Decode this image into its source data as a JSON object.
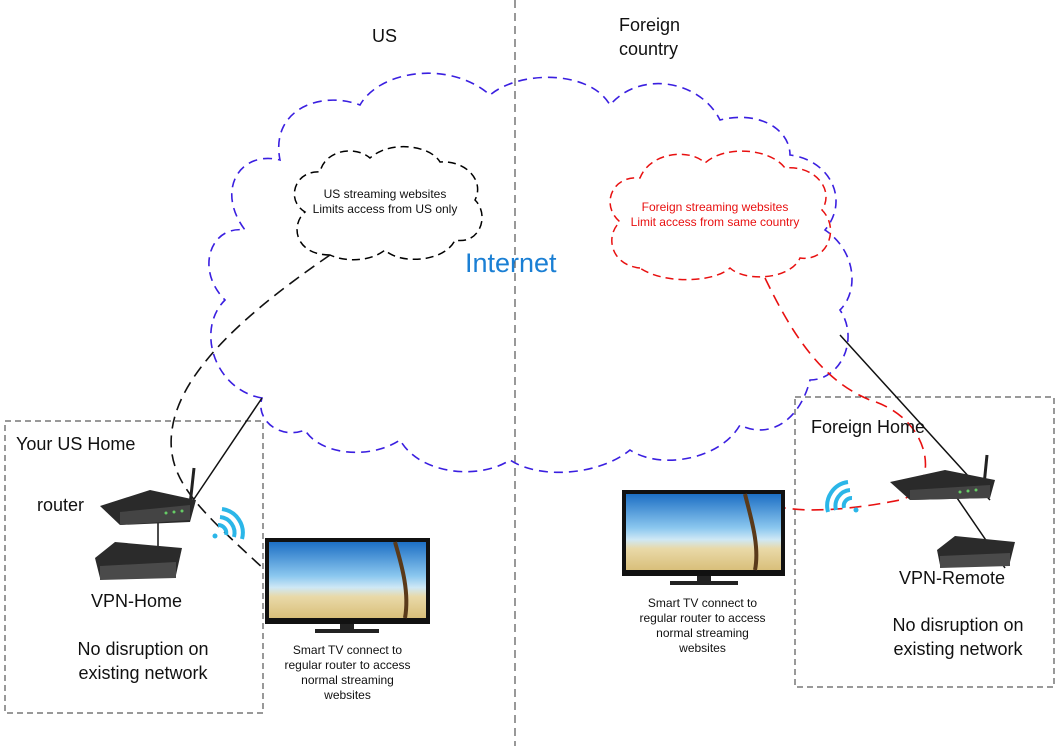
{
  "regions": {
    "us": "US",
    "foreign_line1": "Foreign",
    "foreign_line2": "country"
  },
  "internet": {
    "label": "Internet",
    "color": "#1a7fd4",
    "cloud_color": "#3a1fe0"
  },
  "us_cloud": {
    "line1": "US streaming websites",
    "line2": "Limits access from US only",
    "color": "#000000"
  },
  "foreign_cloud": {
    "line1": "Foreign streaming websites",
    "line2": "Limit access from same country",
    "color": "#e81010"
  },
  "us_home": {
    "title": "Your US Home",
    "router_label": "router",
    "vpn_label": "VPN-Home",
    "note_line1": "No disruption on",
    "note_line2": "existing network",
    "tv_caption": [
      "Smart TV connect to",
      "regular router to access",
      "normal streaming",
      "websites"
    ]
  },
  "foreign_home": {
    "title": "Foreign Home",
    "vpn_label": "VPN-Remote",
    "note_line1": "No disruption on",
    "note_line2": "existing network",
    "tv_caption": [
      "Smart TV connect to",
      "regular router to access",
      "normal streaming",
      "websites"
    ]
  },
  "icons": [
    "router-icon",
    "vpn-box-icon",
    "tv-icon",
    "wifi-icon"
  ],
  "wifi_color": "#2bb6e8"
}
